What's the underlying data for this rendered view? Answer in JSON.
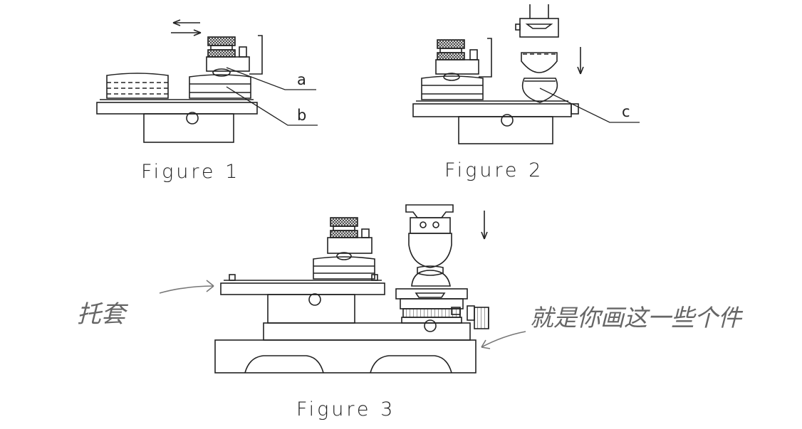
{
  "captions": {
    "fig1": "Figure 1",
    "fig2": "Figure 2",
    "fig3": "Figure 3"
  },
  "labels": {
    "a": "a",
    "b": "b",
    "c": "c"
  },
  "handwritten": {
    "left_note": "托套",
    "right_note": "就是你画这一些个件"
  },
  "colors": {
    "ink": "#222222",
    "hatch": "#555555",
    "pencil": "#666666"
  }
}
